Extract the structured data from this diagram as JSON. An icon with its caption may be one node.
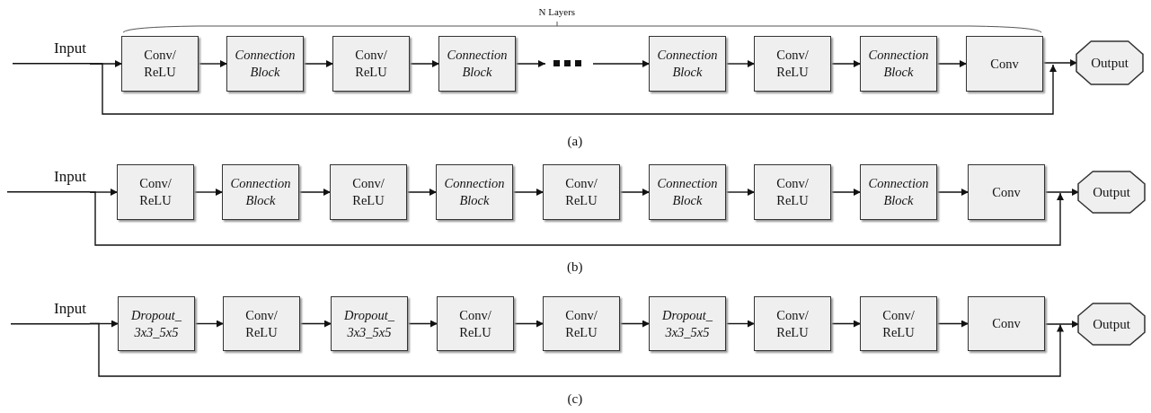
{
  "diagram": {
    "nodes": [
      {
        "text": [
          "Input"
        ]
      },
      {
        "text": [
          "Conv/ ReLU"
        ]
      },
      {
        "text": [
          "Connection Block"
        ]
      },
      {
        "text": [
          "Conv/ ReLU"
        ]
      },
      {
        "text": [
          "Connection Block"
        ]
      },
      {
        "text": [],
        "shape": "ellipsis"
      },
      {
        "text": [
          "Connection Block"
        ]
      },
      {
        "text": [
          "Conv/ ReLU"
        ]
      },
      {
        "text": [
          "Connection Block"
        ]
      },
      {
        "text": [
          "Conv"
        ]
      },
      {
        "text": [
          "Output"
        ]
      },
      {
        "text": [
          "Input"
        ]
      },
      {
        "text": [
          "Conv/ ReLU"
        ]
      },
      {
        "text": [
          "Connection Block"
        ]
      },
      {
        "text": [
          "Conv/ ReLU"
        ]
      },
      {
        "text": [
          "Connection Block"
        ]
      },
      {
        "text": [
          "Conv/ ReLU"
        ]
      },
      {
        "text": [
          "Connection Block"
        ]
      },
      {
        "text": [
          "Conv/ ReLU"
        ]
      },
      {
        "text": [
          "Connection Block"
        ]
      },
      {
        "text": [
          "Conv"
        ]
      },
      {
        "text": [
          "Output"
        ]
      },
      {
        "text": [
          "Input"
        ]
      },
      {
        "text": [
          "Dropout_ 3x3_5x5"
        ]
      },
      {
        "text": [
          "Conv/ ReLU"
        ]
      },
      {
        "text": [
          "Dropout_ 3x3_5x5"
        ]
      },
      {
        "text": [
          "Conv/ ReLU"
        ]
      },
      {
        "text": [
          "Conv/ ReLU"
        ]
      },
      {
        "text": [
          "Dropout_ 3x3_5x5"
        ]
      },
      {
        "text": [
          "Conv/ ReLU"
        ]
      },
      {
        "text": [
          "Conv/ ReLU"
        ]
      },
      {
        "text": [
          "Conv"
        ]
      },
      {
        "text": [
          "Output"
        ]
      }
    ],
    "edges": [
      {
        "from": 0,
        "to": 1,
        "arrow": "to"
      },
      {
        "from": 1,
        "to": 2,
        "arrow": "to"
      },
      {
        "from": 2,
        "to": 3,
        "arrow": "to"
      },
      {
        "from": 3,
        "to": 4,
        "arrow": "to"
      },
      {
        "from": 4,
        "to": 5,
        "arrow": "to"
      },
      {
        "from": 5,
        "to": 6,
        "arrow": "to"
      },
      {
        "from": 6,
        "to": 7,
        "arrow": "to"
      },
      {
        "from": 7,
        "to": 8,
        "arrow": "to"
      },
      {
        "from": 8,
        "to": 9,
        "arrow": "to"
      },
      {
        "from": 9,
        "to": 10,
        "arrow": "to"
      },
      {
        "from": 0,
        "to": 10,
        "arrow": "to"
      },
      {
        "from": 11,
        "to": 12,
        "arrow": "to"
      },
      {
        "from": 12,
        "to": 13,
        "arrow": "to"
      },
      {
        "from": 13,
        "to": 14,
        "arrow": "to"
      },
      {
        "from": 14,
        "to": 15,
        "arrow": "to"
      },
      {
        "from": 15,
        "to": 16,
        "arrow": "to"
      },
      {
        "from": 16,
        "to": 17,
        "arrow": "to"
      },
      {
        "from": 17,
        "to": 18,
        "arrow": "to"
      },
      {
        "from": 18,
        "to": 19,
        "arrow": "to"
      },
      {
        "from": 19,
        "to": 20,
        "arrow": "to"
      },
      {
        "from": 20,
        "to": 21,
        "arrow": "to"
      },
      {
        "from": 11,
        "to": 21,
        "arrow": "to"
      },
      {
        "from": 22,
        "to": 23,
        "arrow": "to"
      },
      {
        "from": 23,
        "to": 24,
        "arrow": "to"
      },
      {
        "from": 24,
        "to": 25,
        "arrow": "to"
      },
      {
        "from": 25,
        "to": 26,
        "arrow": "to"
      },
      {
        "from": 26,
        "to": 27,
        "arrow": "to"
      },
      {
        "from": 27,
        "to": 28,
        "arrow": "to"
      },
      {
        "from": 28,
        "to": 29,
        "arrow": "to"
      },
      {
        "from": 29,
        "to": 30,
        "arrow": "to"
      },
      {
        "from": 30,
        "to": 31,
        "arrow": "to"
      },
      {
        "from": 31,
        "to": 32,
        "arrow": "to"
      },
      {
        "from": 22,
        "to": 32,
        "arrow": "to"
      }
    ],
    "labels": [
      "N Layers",
      "(a)",
      "(b)",
      "(c)"
    ]
  }
}
